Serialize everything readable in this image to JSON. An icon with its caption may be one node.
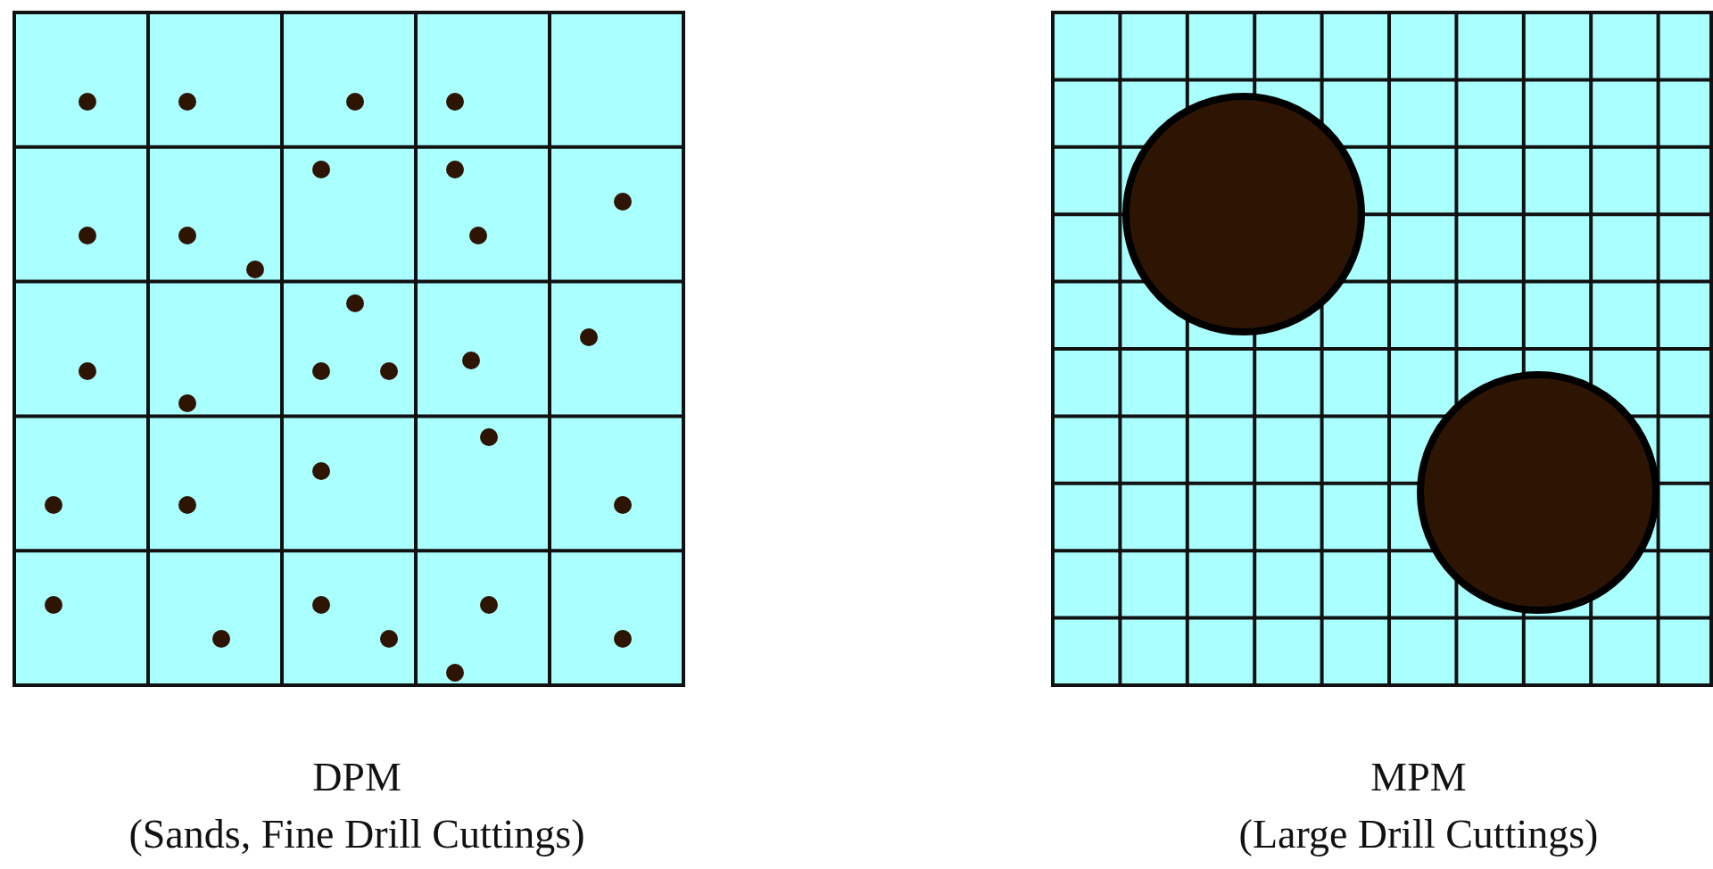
{
  "diagram": {
    "labels": [
      "DPM",
      "(Sands, Fine Drill Cuttings)",
      "MPM",
      "(Large Drill Cuttings)"
    ]
  }
}
